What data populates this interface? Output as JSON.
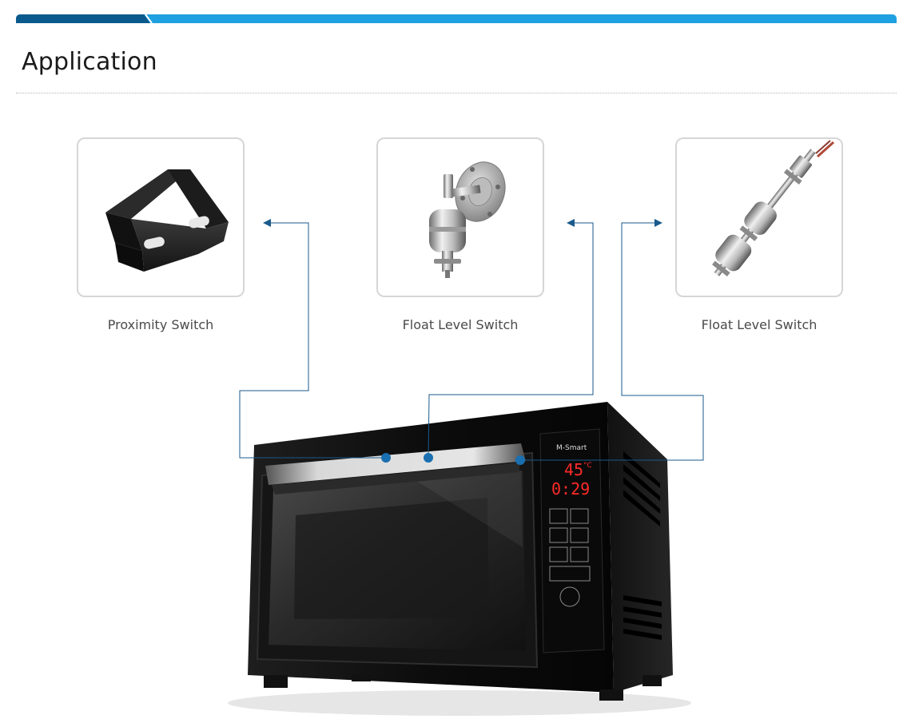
{
  "section": {
    "title": "Application"
  },
  "products": [
    {
      "label": "Proximity Switch",
      "icon": "magnet-block-icon"
    },
    {
      "label": "Float Level Switch",
      "icon": "flange-float-switch-icon"
    },
    {
      "label": "Float Level Switch",
      "icon": "rod-float-switch-icon"
    }
  ],
  "appliance": {
    "brand": "M-Smart",
    "display_temperature": "45",
    "display_unit": "°C",
    "display_time": "0:29",
    "icon": "oven-icon"
  },
  "colors": {
    "accent_dark": "#0b5a8e",
    "accent_light": "#1fa0e0",
    "connector": "#1a5a8c",
    "display_red": "#ff2a2a"
  }
}
